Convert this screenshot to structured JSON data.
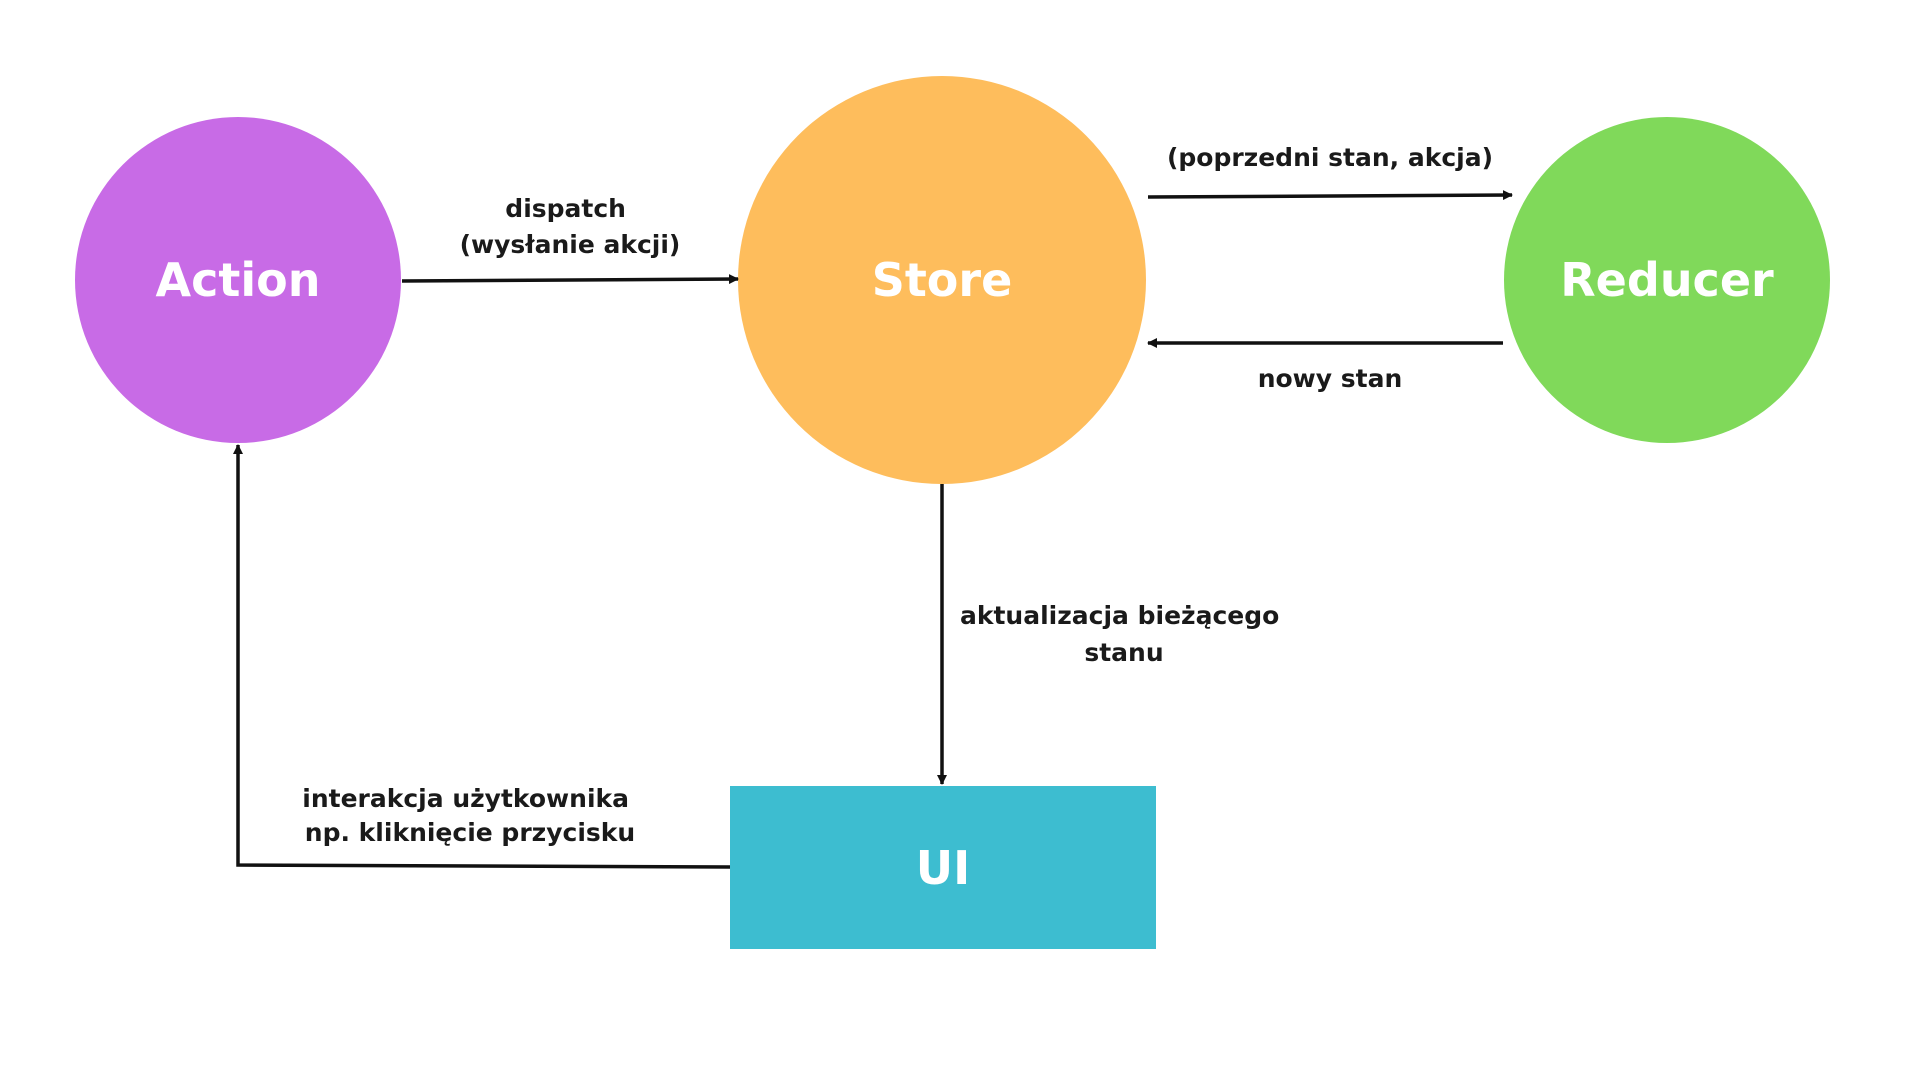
{
  "colors": {
    "action": "#c86be6",
    "store": "#febd5c",
    "reducer": "#80d95a",
    "ui": "#3dbdd0",
    "edge": "#111111"
  },
  "nodes": {
    "action": "Action",
    "store": "Store",
    "reducer": "Reducer",
    "ui": "UI"
  },
  "edges": {
    "dispatch": [
      "dispatch",
      "(wysłanie akcji)"
    ],
    "to_reducer": [
      "(poprzedni stan, akcja)"
    ],
    "new_state": [
      "nowy stan"
    ],
    "update": [
      "aktualizacja bieżącego",
      "stanu"
    ],
    "interaction": [
      "interakcja użytkownika",
      "np. kliknięcie przycisku"
    ]
  }
}
